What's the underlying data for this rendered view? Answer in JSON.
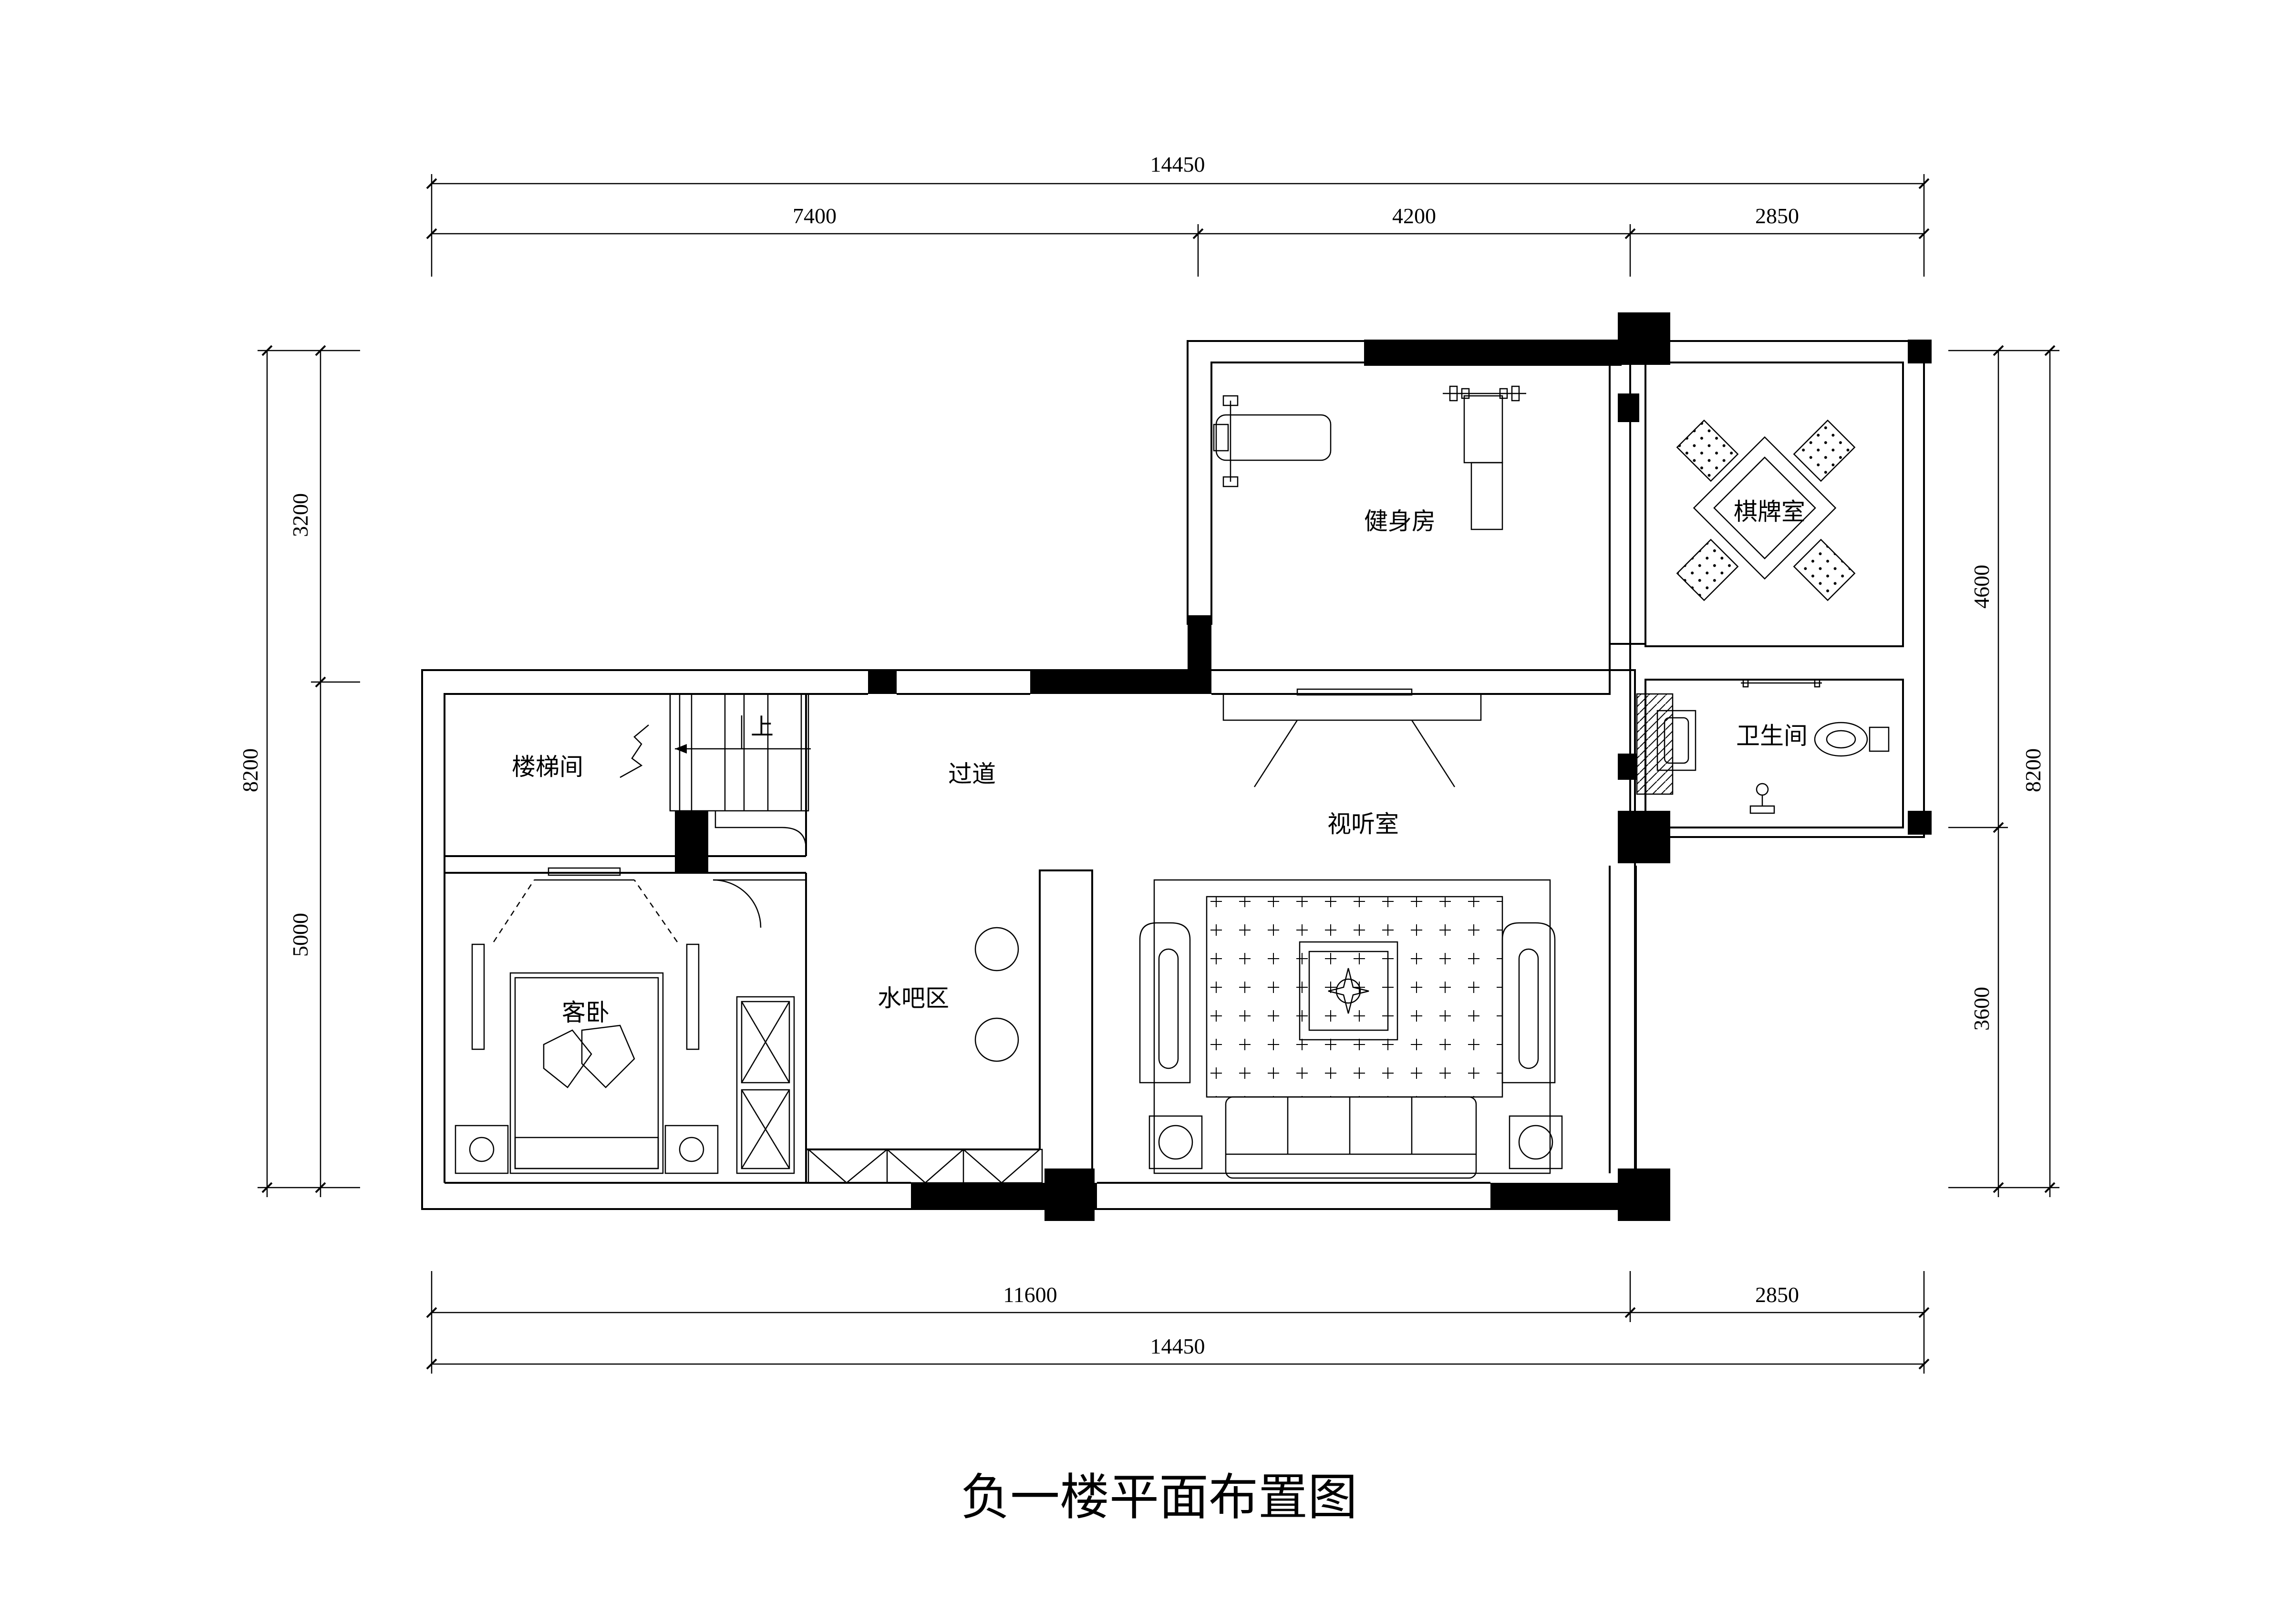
{
  "title": "负一楼平面布置图",
  "dimensions": {
    "top_total": "14450",
    "top_segments": [
      "7400",
      "4200",
      "2850"
    ],
    "bottom_segments": [
      "11600",
      "2850"
    ],
    "bottom_total": "14450",
    "left_segments": [
      "3200",
      "5000"
    ],
    "left_total": "8200",
    "right_segments": [
      "4600",
      "3600"
    ],
    "right_total": "8200"
  },
  "rooms": {
    "gym": "健身房",
    "chess_room": "棋牌室",
    "bathroom": "卫生间",
    "stairwell": "楼梯间",
    "corridor": "过道",
    "av_room": "视听室",
    "guest_bedroom": "客卧",
    "water_bar": "水吧区"
  },
  "stair_up_label": "上"
}
